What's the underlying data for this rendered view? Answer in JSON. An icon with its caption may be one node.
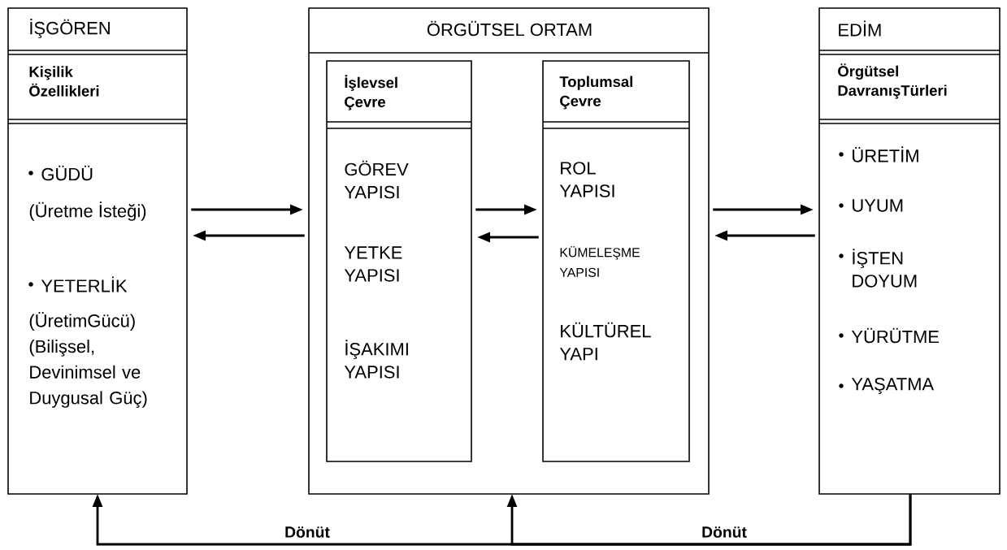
{
  "diagram": {
    "nodes": [
      {
        "text": [
          "İŞGÖREN",
          "Kişilik Özellikleri",
          "GÜDÜ",
          "(Üretme İsteği)",
          "YETERLİK",
          "(ÜretimGücü) (Bilişsel, Devinimsel ve Duygusal Güç)"
        ]
      },
      {
        "text": [
          "ÖRGÜTSEL ORTAM"
        ]
      },
      {
        "text": [
          "İşlevsel Çevre",
          "GÖREV YAPISI",
          "YETKE YAPISI",
          "İŞAKIMI YAPISI"
        ],
        "in": 1
      },
      {
        "text": [
          "Toplumsal Çevre",
          "ROL YAPISI",
          "KÜMELEŞME YAPISI",
          "KÜLTÜREL YAPI"
        ],
        "in": 1
      },
      {
        "text": [
          "EDİM",
          "Örgütsel DavranışTürleri",
          "ÜRETİM",
          "UYUM",
          "İŞTEN DOYUM",
          "YÜRÜTME",
          "YAŞATMA"
        ]
      }
    ],
    "edges": [
      {
        "from": 0,
        "to": 1,
        "arrow": "to"
      },
      {
        "from": 1,
        "to": 0,
        "arrow": "to"
      },
      {
        "from": 2,
        "to": 3,
        "arrow": "to"
      },
      {
        "from": 3,
        "to": 2,
        "arrow": "to"
      },
      {
        "from": 1,
        "to": 4,
        "arrow": "to"
      },
      {
        "from": 4,
        "to": 1,
        "arrow": "to"
      },
      {
        "from": 4,
        "to": 0,
        "arrow": "to",
        "label": "Dönüt"
      },
      {
        "from": 4,
        "to": 1,
        "arrow": "to",
        "label": "Dönüt"
      }
    ]
  }
}
